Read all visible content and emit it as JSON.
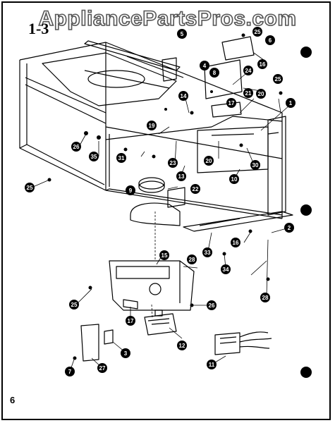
{
  "watermark": "AppliancePartsPros.com",
  "figure_code": "1-3",
  "page_number": "6",
  "callouts": [
    {
      "id": "c1",
      "label": "1"
    },
    {
      "id": "c2",
      "label": "2"
    },
    {
      "id": "c3",
      "label": "3"
    },
    {
      "id": "c4",
      "label": "4"
    },
    {
      "id": "c5",
      "label": "5"
    },
    {
      "id": "c6",
      "label": "6"
    },
    {
      "id": "c7",
      "label": "7"
    },
    {
      "id": "c8",
      "label": "8"
    },
    {
      "id": "c9",
      "label": "9"
    },
    {
      "id": "c10",
      "label": "10"
    },
    {
      "id": "c11",
      "label": "11"
    },
    {
      "id": "c12",
      "label": "12"
    },
    {
      "id": "c13",
      "label": "13"
    },
    {
      "id": "c14",
      "label": "14"
    },
    {
      "id": "c15",
      "label": "15"
    },
    {
      "id": "c16a",
      "label": "16"
    },
    {
      "id": "c16b",
      "label": "16"
    },
    {
      "id": "c17a",
      "label": "17"
    },
    {
      "id": "c17b",
      "label": "17"
    },
    {
      "id": "c19",
      "label": "19"
    },
    {
      "id": "c20a",
      "label": "20"
    },
    {
      "id": "c20b",
      "label": "20"
    },
    {
      "id": "c21",
      "label": "21"
    },
    {
      "id": "c22",
      "label": "22"
    },
    {
      "id": "c23",
      "label": "23"
    },
    {
      "id": "c24",
      "label": "24"
    },
    {
      "id": "c25a",
      "label": "25"
    },
    {
      "id": "c25b",
      "label": "25"
    },
    {
      "id": "c25c",
      "label": "25"
    },
    {
      "id": "c25d",
      "label": "25"
    },
    {
      "id": "c26a",
      "label": "26"
    },
    {
      "id": "c26b",
      "label": "26"
    },
    {
      "id": "c27",
      "label": "27"
    },
    {
      "id": "c28a",
      "label": "28"
    },
    {
      "id": "c28b",
      "label": "28"
    },
    {
      "id": "c30",
      "label": "30"
    },
    {
      "id": "c31",
      "label": "31"
    },
    {
      "id": "c33",
      "label": "33"
    },
    {
      "id": "c34",
      "label": "34"
    },
    {
      "id": "c35",
      "label": "35"
    }
  ]
}
